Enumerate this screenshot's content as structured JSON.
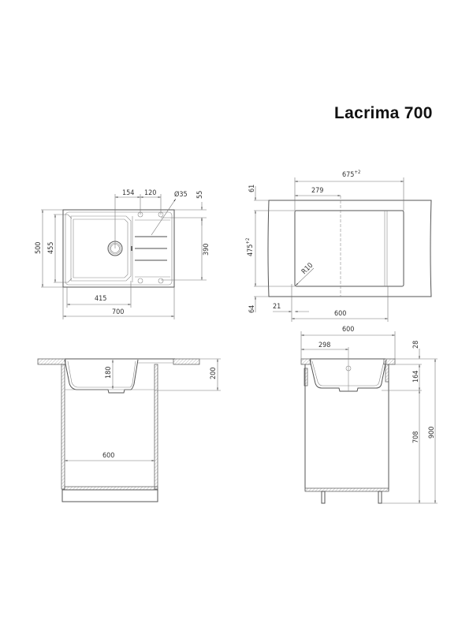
{
  "title": "Lacrima 700",
  "views": {
    "top": {
      "dims": {
        "w154": "154",
        "w120": "120",
        "dia": "Ø35",
        "h55": "55",
        "h500": "500",
        "h455": "455",
        "h390": "390",
        "w415": "415",
        "w700": "700"
      }
    },
    "cutout": {
      "dims": {
        "w675": "675",
        "w675_tol": "+2",
        "w279": "279",
        "h61": "61",
        "h475": "475",
        "h475_tol": "+2",
        "r10": "R10",
        "h64": "64",
        "w21": "21",
        "w600": "600"
      }
    },
    "front": {
      "dims": {
        "d180": "180",
        "h200": "200",
        "w600": "600"
      }
    },
    "side": {
      "dims": {
        "w600": "600",
        "w298": "298",
        "h28": "28",
        "h164": "164",
        "h708": "708",
        "h900": "900"
      }
    }
  }
}
